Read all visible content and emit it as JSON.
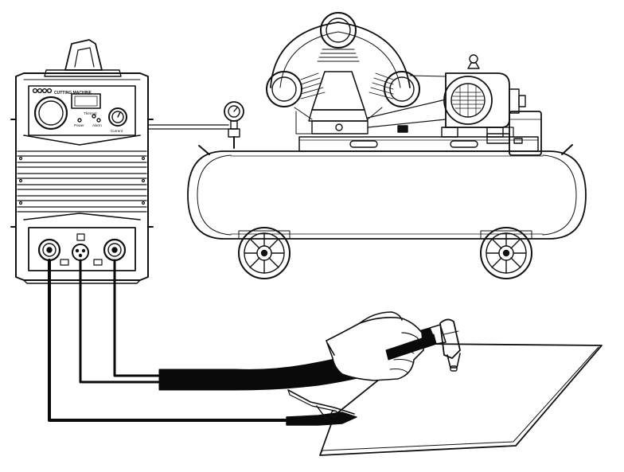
{
  "machine": {
    "panel_brand": "CUTTING MACHINE",
    "lbl_thermal": "Thermal",
    "lbl_power": "Power",
    "lbl_alarm": "Alarm",
    "lbl_current": "Current"
  },
  "colors": {
    "line": "#111111",
    "cable": "#0a0a0a",
    "background": "#ffffff"
  },
  "icons": [
    "air-compressor",
    "pressure-gauge",
    "plasma-cutter",
    "cutting-torch",
    "hand",
    "ground-clamp",
    "workpiece"
  ]
}
